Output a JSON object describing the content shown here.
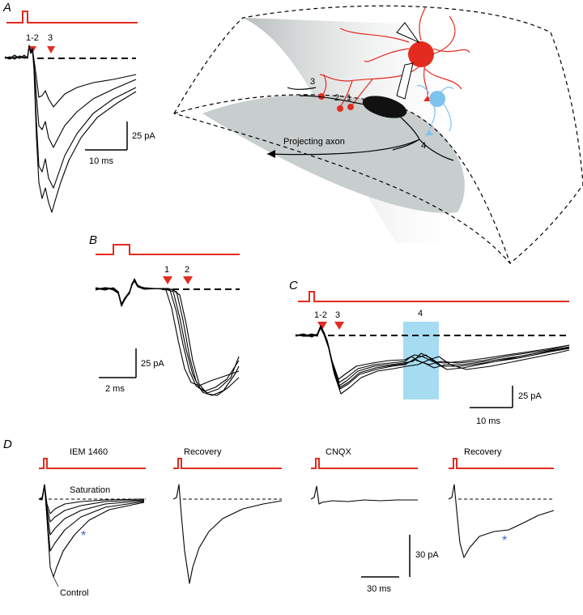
{
  "panels": {
    "a": {
      "letter": "A",
      "markers": [
        "1-2",
        "3"
      ],
      "scale_y": "25 pA",
      "scale_x": "10 ms"
    },
    "schematic": {
      "axon_label": "Projecting axon",
      "site_labels": [
        "3",
        "2",
        "1",
        "4"
      ],
      "colors": {
        "red_cell": "#e32b20",
        "blue_cell": "#7ec3ef",
        "principal_cell": "#111111",
        "tissue_shade": "#c8cdcd"
      }
    },
    "b": {
      "letter": "B",
      "markers": [
        "1",
        "2"
      ],
      "scale_y": "25 pA",
      "scale_x": "2 ms"
    },
    "c": {
      "letter": "C",
      "markers": [
        "1-2",
        "3"
      ],
      "window_label": "4",
      "scale_y": "25 pA",
      "scale_x": "10 ms",
      "window_color": "#a6dcf2"
    },
    "d": {
      "letter": "D",
      "conditions": [
        "IEM 1460",
        "Recovery",
        "CNQX",
        "Recovery"
      ],
      "saturation_label": "Saturation",
      "control_label": "Control",
      "asterisk": "*",
      "scale_y": "30 pA",
      "scale_x": "30 ms"
    }
  },
  "colors": {
    "stimulus": "#e32b20",
    "asterisk": "#3a5fcd"
  }
}
